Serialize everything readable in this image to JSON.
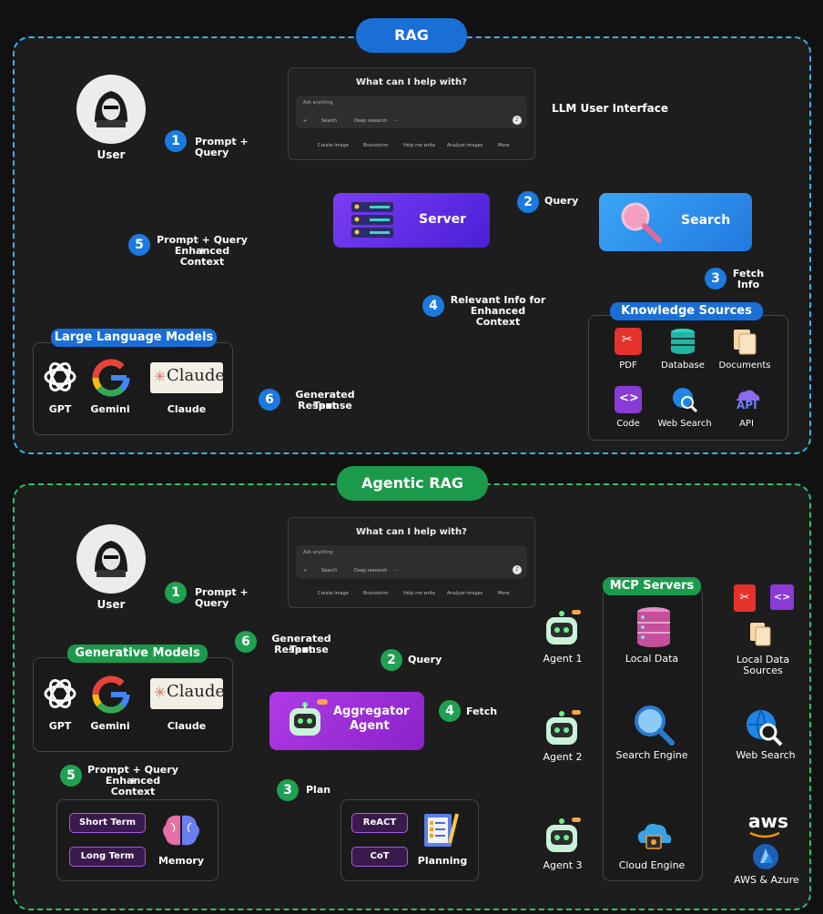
{
  "rag": {
    "title": "RAG",
    "user_label": "User",
    "ui": {
      "title": "What can I help with?",
      "placeholder": "Ask anything",
      "search_label": "Search",
      "deep_research_label": "Deep research",
      "more_label": "···",
      "chips": [
        "Create image",
        "Brainstorm",
        "Help me write",
        "Analyze images",
        "More"
      ]
    },
    "ui_caption": "LLM User Interface",
    "server_label": "Server",
    "search_label": "Search",
    "steps": {
      "s1_num": "1",
      "s1_label": "Prompt + Query",
      "s2_num": "2",
      "s2_label": "Query",
      "s3_num": "3",
      "s3_label_1": "Fetch",
      "s3_label_2": "Info",
      "s4_num": "4",
      "s4_label_1": "Relevant Info for",
      "s4_label_2": "Enhanced Context",
      "s5_num": "5",
      "s5_label_1": "Prompt + Query +",
      "s5_label_2": "Enhanced Context",
      "s6_num": "6",
      "s6_label_1": "Generated Text",
      "s6_label_2": "Response"
    },
    "llm": {
      "title": "Large Language Models",
      "gpt": "GPT",
      "gemini": "Gemini",
      "claude": "Claude",
      "claude_logo": "Claude"
    },
    "knowledge": {
      "title": "Knowledge Sources",
      "items": [
        "PDF",
        "Database",
        "Documents",
        "Code",
        "Web Search",
        "API"
      ],
      "api_glyph": "API"
    }
  },
  "agentic": {
    "title": "Agentic RAG",
    "user_label": "User",
    "ui": {
      "title": "What can I help with?",
      "placeholder": "Ask anything",
      "search_label": "Search",
      "deep_research_label": "Deep research",
      "more_label": "···",
      "chips": [
        "Create image",
        "Brainstorm",
        "Help me write",
        "Analyze images",
        "More"
      ]
    },
    "steps": {
      "s1_num": "1",
      "s1_label": "Prompt + Query",
      "s2_num": "2",
      "s2_label": "Query",
      "s3_num": "3",
      "s3_label": "Plan",
      "s4_num": "4",
      "s4_label": "Fetch",
      "s5_num": "5",
      "s5_label_1": "Prompt + Query +",
      "s5_label_2": "Enhanced Context",
      "s6_num": "6",
      "s6_label_1": "Generated Text",
      "s6_label_2": "Response"
    },
    "gen_models": {
      "title": "Generative Models",
      "gpt": "GPT",
      "gemini": "Gemini",
      "claude": "Claude",
      "claude_logo": "Claude"
    },
    "aggregator": {
      "line1": "Aggregator",
      "line2": "Agent"
    },
    "memory": {
      "short": "Short Term",
      "long": "Long Term",
      "label": "Memory"
    },
    "planning": {
      "react": "ReACT",
      "cot": "CoT",
      "label": "Planning"
    },
    "agents": [
      "Agent 1",
      "Agent 2",
      "Agent 3"
    ],
    "mcp": {
      "title": "MCP Servers",
      "items": [
        "Local Data",
        "Search Engine",
        "Cloud Engine"
      ]
    },
    "targets": {
      "local_1": "Local Data",
      "local_2": "Sources",
      "web": "Web Search",
      "aws_logo": "aws",
      "aws": "AWS & Azure"
    }
  },
  "colors": {
    "rag_accent": "#1a6fd6",
    "agentic_accent": "#1c9a4b",
    "server": "#6b2ff0",
    "search": "#2a8ff0",
    "aggregator": "#9b2fd4"
  }
}
